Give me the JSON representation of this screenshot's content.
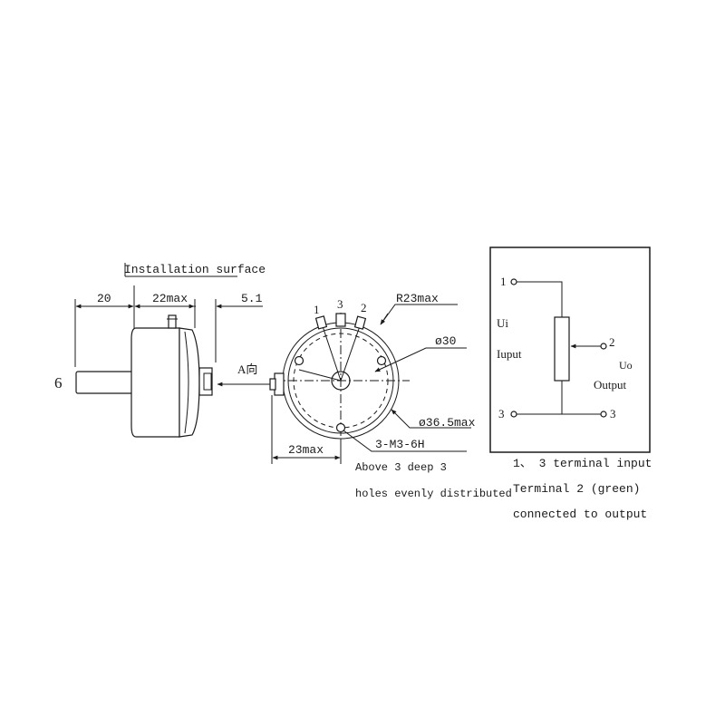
{
  "side_view": {
    "installation_surface": "Installation surface",
    "dim_shaft": "20",
    "dim_body": "22max",
    "dim_tail": "5.1",
    "shaft_dia": "6",
    "direction_arrow": "A向"
  },
  "front_view": {
    "terminal_1": "1",
    "terminal_3": "3",
    "terminal_2": "2",
    "radius": "R23max",
    "dia_inner": "ø30",
    "dia_outer": "ø36.5max",
    "dim_width": "23max",
    "thread": "3-M3-6H",
    "holes_line1": "Above 3 deep 3",
    "holes_line2": "holes evenly distributed"
  },
  "schematic": {
    "pin_1": "1",
    "pin_2": "2",
    "pin_3_left": "3",
    "pin_3_right": "3",
    "ui": "Ui",
    "input": "Iuput",
    "uo": "Uo",
    "output": "Output"
  },
  "notes": {
    "line1": "1、 3 terminal input",
    "line2": "Terminal 2 (green)",
    "line3": "connected to output"
  }
}
